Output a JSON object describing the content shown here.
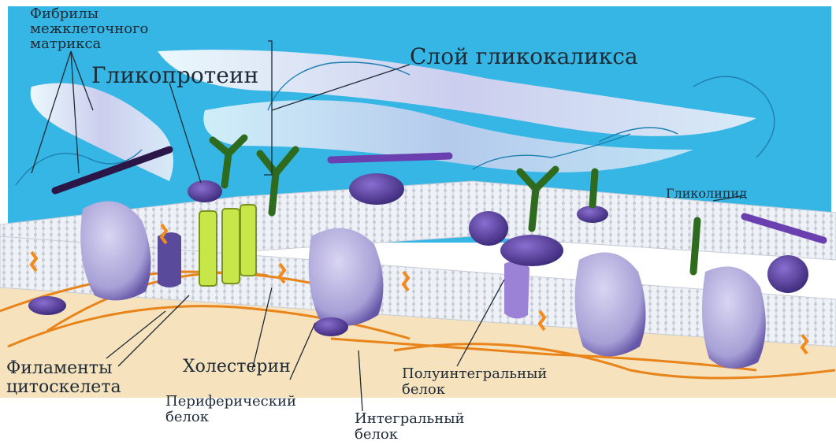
{
  "labels": {
    "fibrils": "Фибрилы межклеточного матрикса",
    "glycoprotein": "Гликопротеин",
    "glycocalyx_layer": "Слой гликокаликса",
    "glycolipid": "Гликолипид",
    "cytoskeleton_filaments": "Филаменты цитоскелета",
    "cholesterol": "Холестерин",
    "peripheral_protein": "Периферический белок",
    "integral_protein": "Интегральный белок",
    "semi_integral_protein": "Полуинтегральный белок"
  },
  "label_lines": {
    "fibrils": [
      "Фибрилы",
      "межклеточного",
      "матрикса"
    ],
    "cytoskeleton_filaments": [
      "Филаменты",
      "цитоскелета"
    ],
    "peripheral_protein": [
      "Периферический",
      "белок"
    ],
    "integral_protein": [
      "Интегральный",
      "белок"
    ],
    "semi_integral_protein": [
      "Полуинтегральный",
      "белок"
    ]
  },
  "colors": {
    "background_water": "#2eb8e6",
    "cytoplasm": "#f5dfb7",
    "membrane_surface": "#e8ecf2",
    "protein": "#b9b3e0",
    "protein_shadow": "#5a4a9c",
    "glycoprotein_chain": "#2f6b1e",
    "cholesterol": "#f28a1c",
    "cytoskeleton": "#e8841a",
    "channel_protein": "#c6e64a",
    "fibril": "#d6d3ee"
  }
}
